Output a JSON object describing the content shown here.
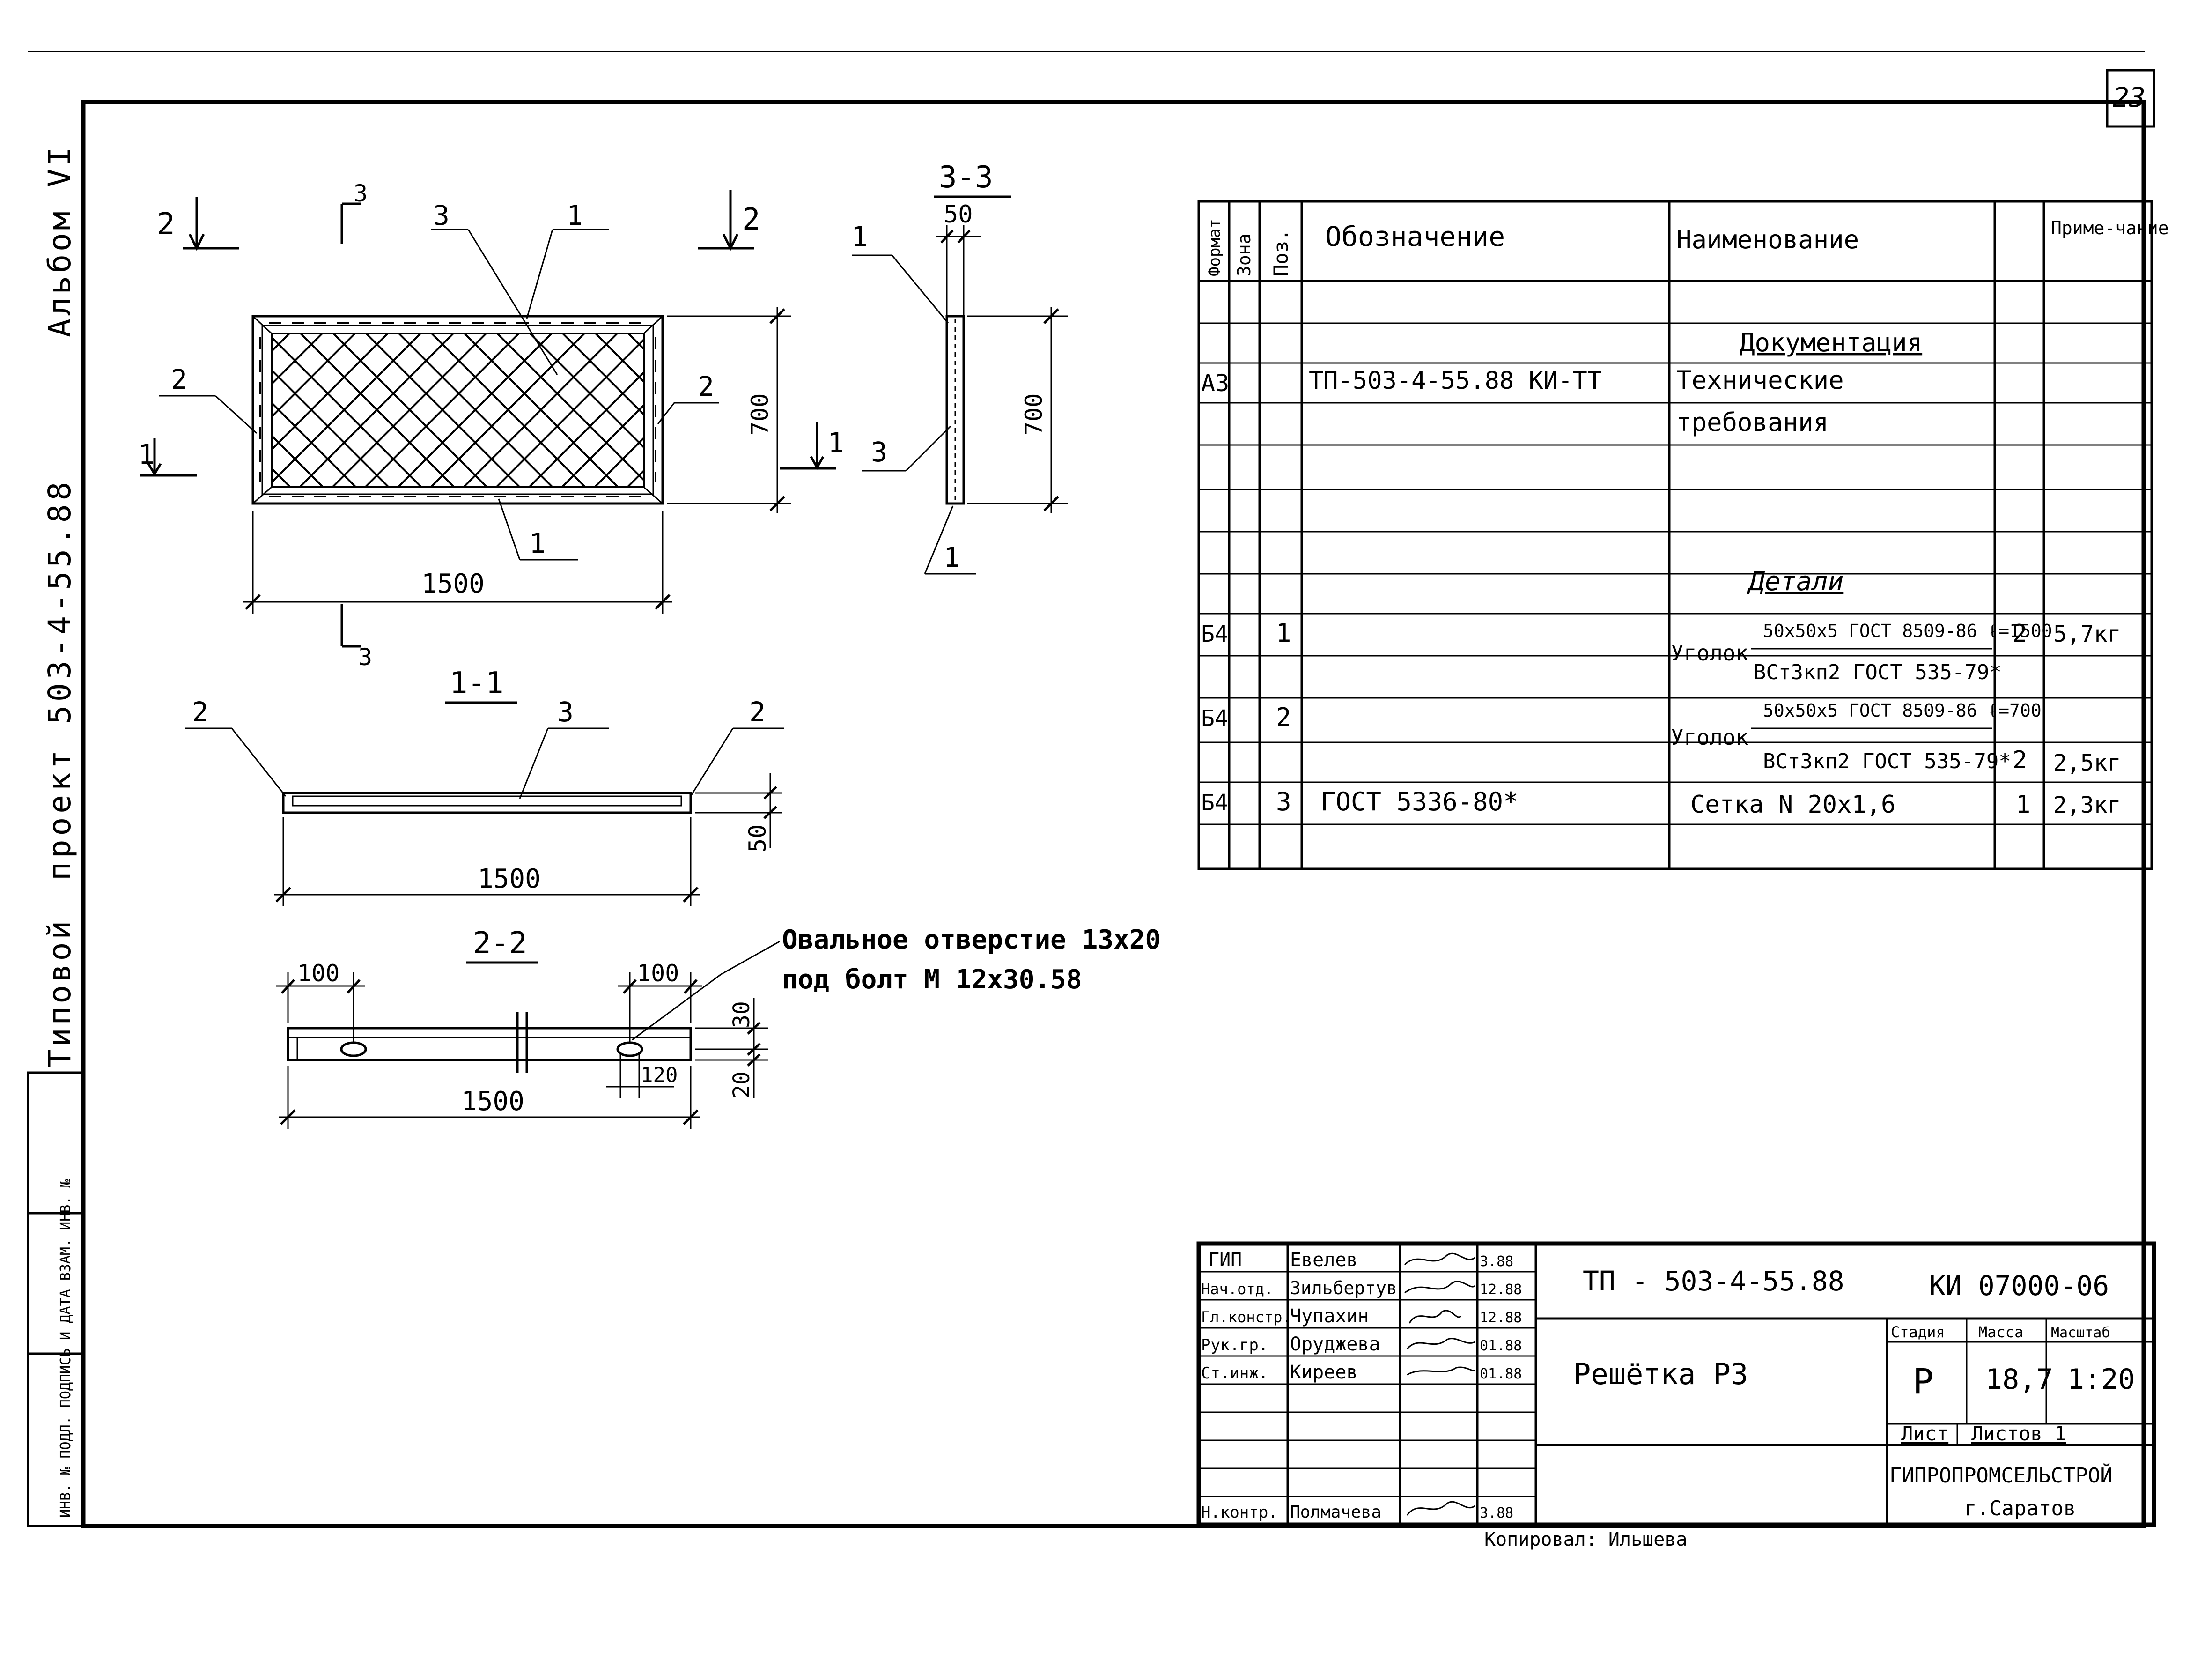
{
  "sheet_number": "23",
  "side_labels": {
    "album": "Альбом VI",
    "project": "проект 503-4-55.88",
    "type": "Типовой",
    "stamp_text": "ИНВ. № ПОДЛ. ПОДПИСЬ И ДАТА ВЗАМ. ИНВ. №"
  },
  "drawings": {
    "plan": {
      "cut_label_2": "2",
      "cut_label_3": "3",
      "cut_label_1": "1",
      "pos_3": "3",
      "pos_1_top": "1",
      "pos_2_left": "2",
      "pos_2_right": "2",
      "pos_1_bottom": "1",
      "dim_width": "1500",
      "dim_height": "700"
    },
    "section_3_3": {
      "title": "3-3",
      "dim_thickness": "50",
      "dim_height": "700",
      "pos_1_top": "1",
      "pos_3": "3",
      "pos_1_bottom": "1"
    },
    "section_1_1": {
      "title": "1-1",
      "pos_2_left": "2",
      "pos_3": "3",
      "pos_2_right": "2",
      "dim_width": "1500",
      "dim_thickness": "50"
    },
    "section_2_2": {
      "title": "2-2",
      "dim_left": "100",
      "dim_right": "100",
      "dim_width": "1500",
      "dim_30": "30",
      "dim_20": "20",
      "dim_120": "120",
      "note_line1": "Овальное отверстие 13x20",
      "note_line2": "под болт M 12x30.58"
    }
  },
  "spec_table": {
    "headers": {
      "format": "Формат",
      "zone": "Зона",
      "pos": "Поз.",
      "designation": "Обозначение",
      "name": "Наименование",
      "qty": "",
      "note": "Приме-чание"
    },
    "section_documentation": "Документация",
    "doc_row": {
      "format": "A3",
      "designation": "ТП-503-4-55.88 КИ-ТТ",
      "name_line1": "Технические",
      "name_line2": "требования"
    },
    "section_details": "Детали",
    "rows": [
      {
        "format": "Б4",
        "pos": "1",
        "designation": "",
        "name_main": "Уголок",
        "name_top": "50x50x5 ГОСТ 8509-86 ℓ=1500",
        "name_bottom": "ВСт3кп2 ГОСТ 535-79*",
        "qty": "2",
        "note": "5,7кг"
      },
      {
        "format": "Б4",
        "pos": "2",
        "designation": "",
        "name_main": "Уголок",
        "name_top": "50x50x5 ГОСТ 8509-86 ℓ=700",
        "name_bottom": "ВСт3кп2 ГОСТ 535-79*",
        "qty": "2",
        "note": "2,5кг"
      },
      {
        "format": "Б4",
        "pos": "3",
        "designation": "ГОСТ 5336-80*",
        "name_main": "Сетка N 20x1,6",
        "name_top": "",
        "name_bottom": "",
        "qty": "1",
        "note": "2,3кг"
      }
    ]
  },
  "title_block": {
    "people": [
      {
        "role": "ГИП",
        "name": "Евелев",
        "date": "3.88"
      },
      {
        "role": "Нач.отд.",
        "name": "Зильбертув",
        "date": "12.88"
      },
      {
        "role": "Гл.констр.",
        "name": "Чупахин",
        "date": "12.88"
      },
      {
        "role": "Рук.гр.",
        "name": "Оруджева",
        "date": "01.88"
      },
      {
        "role": "Ст.инж.",
        "name": "Киреев",
        "date": "01.88"
      }
    ],
    "control": {
      "role": "Н.контр.",
      "name": "Полмачева",
      "date": "3.88"
    },
    "doc_code": "ТП - 503-4-55.88",
    "doc_code_2": "КИ 07000-06",
    "title": "Решётка Р3",
    "stage_label": "Стадия",
    "mass_label": "Масса",
    "scale_label": "Масштаб",
    "stage": "Р",
    "mass": "18,7",
    "scale": "1:20",
    "sheet_label": "Лист",
    "sheets_label": "Листов 1",
    "org": "ГИПРОПРОМСЕЛЬСТРОЙ",
    "city": "г.Саратов",
    "copied": "Копировал: Ильшева"
  }
}
